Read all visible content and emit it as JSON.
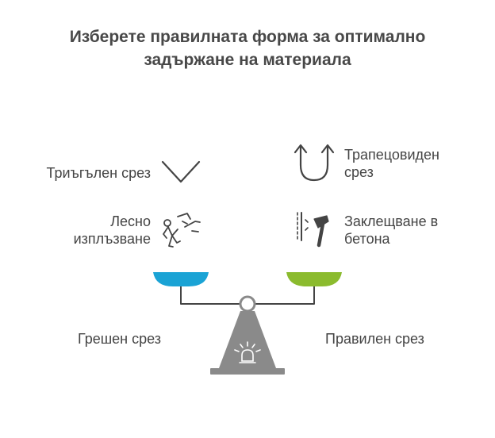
{
  "title": {
    "line1": "Изберете правилната форма за оптимално",
    "line2": "задържане на материала"
  },
  "left": {
    "item1": "Триъгълен срез",
    "item2_line1": "Лесно",
    "item2_line2": "изплъзване",
    "pan_label": "Грешен срез"
  },
  "right": {
    "item1_line1": "Трапецовиден",
    "item1_line2": "срез",
    "item2_line1": "Заклещване в",
    "item2_line2": "бетона",
    "pan_label": "Правилен срез"
  },
  "colors": {
    "left_pan": "#1aa3d5",
    "right_pan": "#8bbb2e",
    "scale": "#8a8a8a",
    "icon": "#444444"
  },
  "icons": [
    "v-shape-icon",
    "slipping-person-icon",
    "u-shape-arrows-icon",
    "hammer-wall-icon",
    "alarm-light-icon"
  ]
}
